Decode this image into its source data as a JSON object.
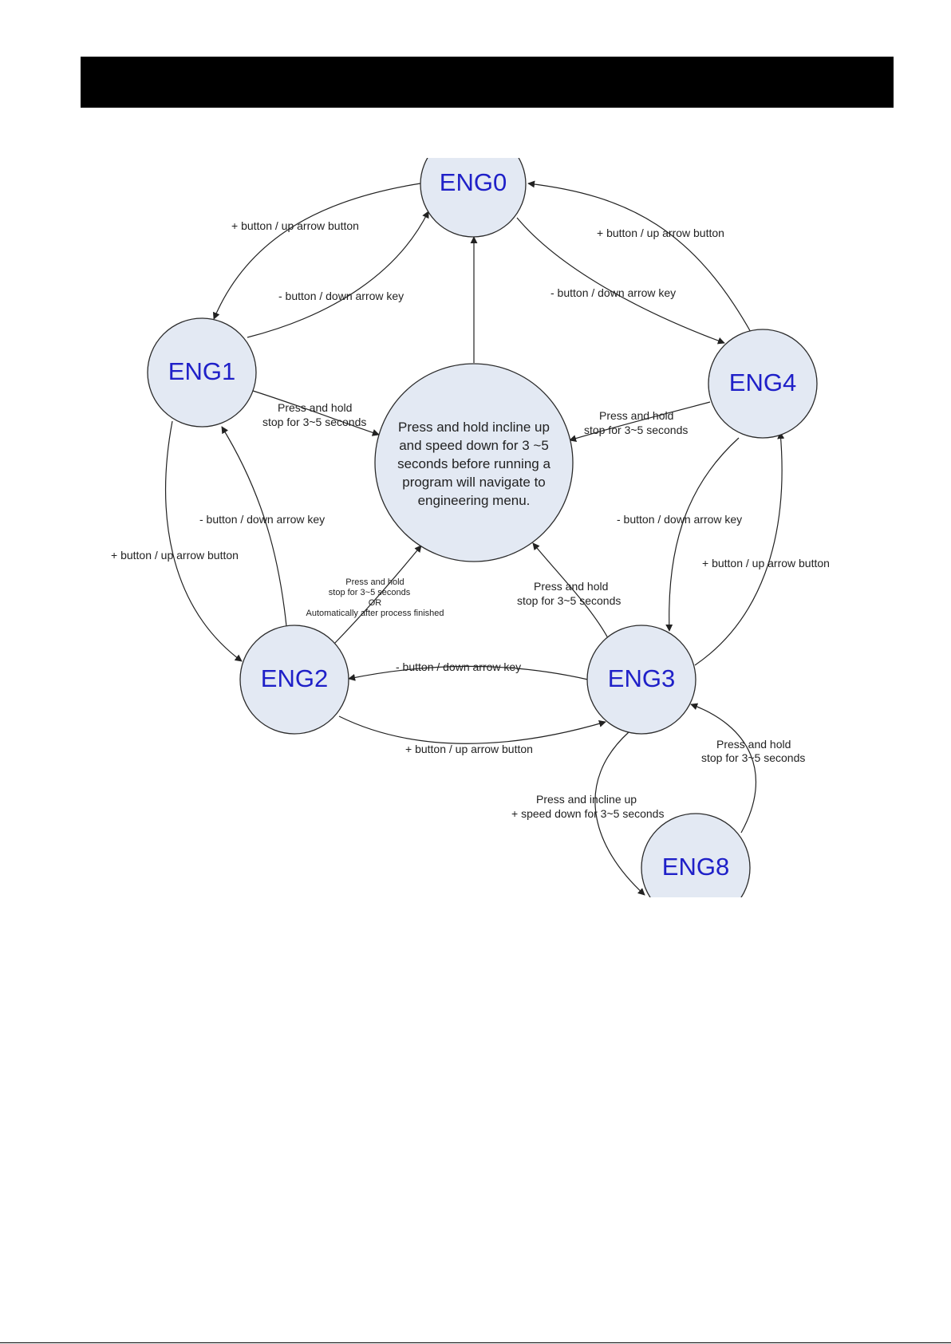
{
  "diagram": {
    "nodes": {
      "eng0": "ENG0",
      "eng1": "ENG1",
      "eng2": "ENG2",
      "eng3": "ENG3",
      "eng4": "ENG4",
      "eng8": "ENG8",
      "center": [
        "Press and hold incline up",
        "and speed down for 3 ~5",
        "seconds before running a",
        "program will navigate to",
        "engineering menu."
      ]
    },
    "edge_labels": {
      "e0_to_1": "+ button / up arrow button",
      "e1_to_0": "- button / down arrow key",
      "e4_to_0": "+ button / up arrow button",
      "e0_to_4": "- button / down arrow key",
      "e1_to_center": [
        "Press and hold",
        "stop for 3~5 seconds"
      ],
      "e4_to_center": [
        "Press and hold",
        "stop for 3~5 seconds"
      ],
      "e2_to_1": "- button / down arrow key",
      "e1_to_2": "+ button / up arrow button",
      "e4_to_3": "- button / down arrow key",
      "e3_to_4": "+ button / up arrow button",
      "e2_to_center": [
        "Press and hold",
        "stop for 3~5 seconds",
        "OR",
        "Automatically after process finished"
      ],
      "e3_to_center": [
        "Press and hold",
        "stop for 3~5 seconds"
      ],
      "e3_to_2": "- button / down arrow key",
      "e2_to_3": "+ button / up arrow button",
      "e3_to_8": [
        "Press and incline up",
        "+ speed down for 3~5 seconds"
      ],
      "e8_to_3": [
        "Press and hold",
        "stop for 3~5 seconds"
      ]
    }
  }
}
